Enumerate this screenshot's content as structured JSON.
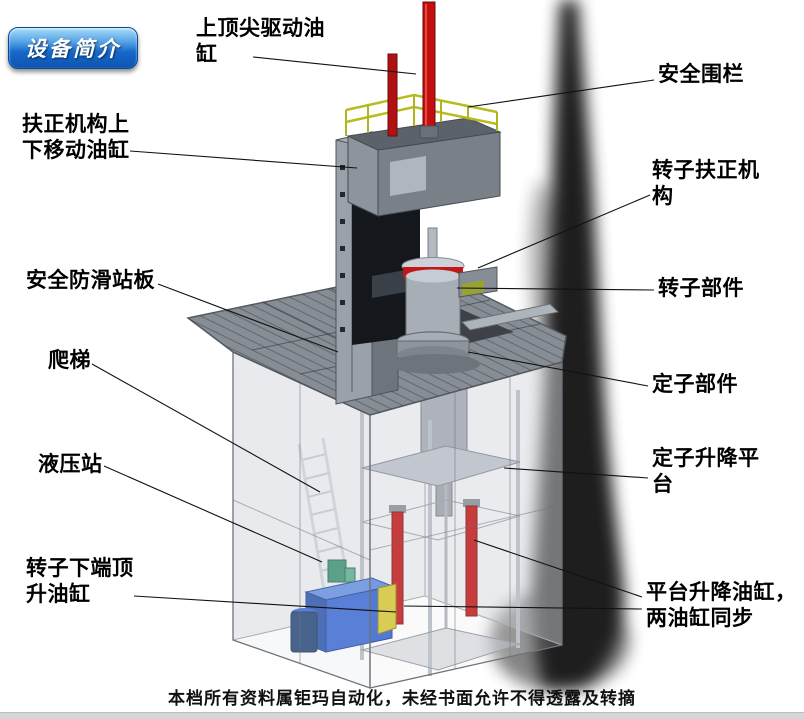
{
  "badge": {
    "label": "设备简介"
  },
  "callouts": {
    "top_drive_cylinder": "上顶尖驱动油\n缸",
    "safety_fence": "安全围栏",
    "centering_move_cylinder": "扶正机构上\n下移动油缸",
    "rotor_centering_mechanism": "转子扶正机\n构",
    "antislip_board": "安全防滑站板",
    "rotor_part": "转子部件",
    "ladder": "爬梯",
    "stator_part": "定子部件",
    "hydraulic_station": "液压站",
    "stator_lift_platform": "定子升降平\n台",
    "rotor_bottom_jack_cylinder": "转子下端顶\n升油缸",
    "platform_lift_cylinders": "平台升降油缸，\n两油缸同步"
  },
  "footer": {
    "text": "本档所有资料属钜玛自动化，未经书面允许不得透露及转摘"
  },
  "colors": {
    "badge_blue": "#1668c8",
    "cylinder_red": "#c01010",
    "railing_yellow": "#b8bc20",
    "hydraulic_blue": "#2c5ed0",
    "structure_gray": "#9aa0a8"
  }
}
